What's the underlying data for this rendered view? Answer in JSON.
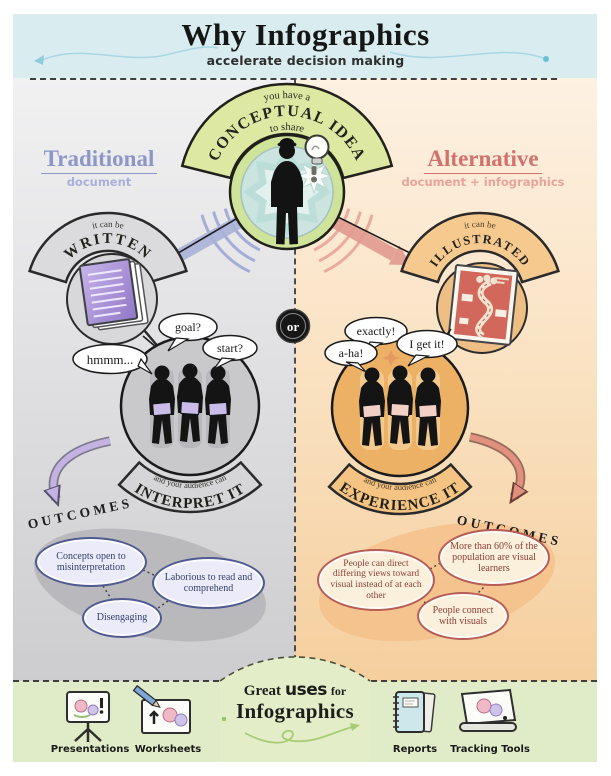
{
  "header": {
    "title": "Why Infographics",
    "subtitle": "accelerate decision making"
  },
  "concept": {
    "pre": "you have a",
    "main": "CONCEPTUAL IDEA",
    "post": "to share"
  },
  "divider": {
    "or_label": "or"
  },
  "left": {
    "heading": "Traditional",
    "subheading": "document",
    "badge_pre": "it can be",
    "badge_label": "WRITTEN",
    "bubbles": [
      "goal?",
      "start?",
      "hmmm..."
    ],
    "audience_pre": "and your audience can",
    "audience_label": "INTERPRET IT",
    "outcomes_label": "OUTCOMES",
    "outcomes": [
      "Concepts open to misinterpretation",
      "Laborious to read and comprehend",
      "Disengaging"
    ]
  },
  "right": {
    "heading": "Alternative",
    "subheading": "document + infographics",
    "badge_pre": "it can be",
    "badge_label": "ILLUSTRATED",
    "bubbles": [
      "exactly!",
      "a-ha!",
      "I get it!"
    ],
    "audience_pre": "and your audience can",
    "audience_label": "EXPERIENCE IT",
    "outcomes_label": "OUTCOMES",
    "outcomes": [
      "People can direct differing views toward visual instead of at each other",
      "More than 60% of the population are visual learners",
      "People connect with visuals"
    ]
  },
  "footer": {
    "great": "Great",
    "uses": "uses",
    "for_word": "for",
    "name": "Infographics",
    "items": [
      "Presentations",
      "Worksheets",
      "Reports",
      "Tracking Tools"
    ]
  },
  "colors": {
    "header_bg": "#d9edf1",
    "left_accent": "#8d96c8",
    "right_accent": "#d2716d",
    "concept_green": "#dde8a2",
    "left_panel": "#d9d9dc",
    "right_panel": "#f8ddb6",
    "footer_bg": "#e0ecc7",
    "left_outcome_border": "#4f5a90",
    "right_outcome_border": "#b65d55"
  }
}
